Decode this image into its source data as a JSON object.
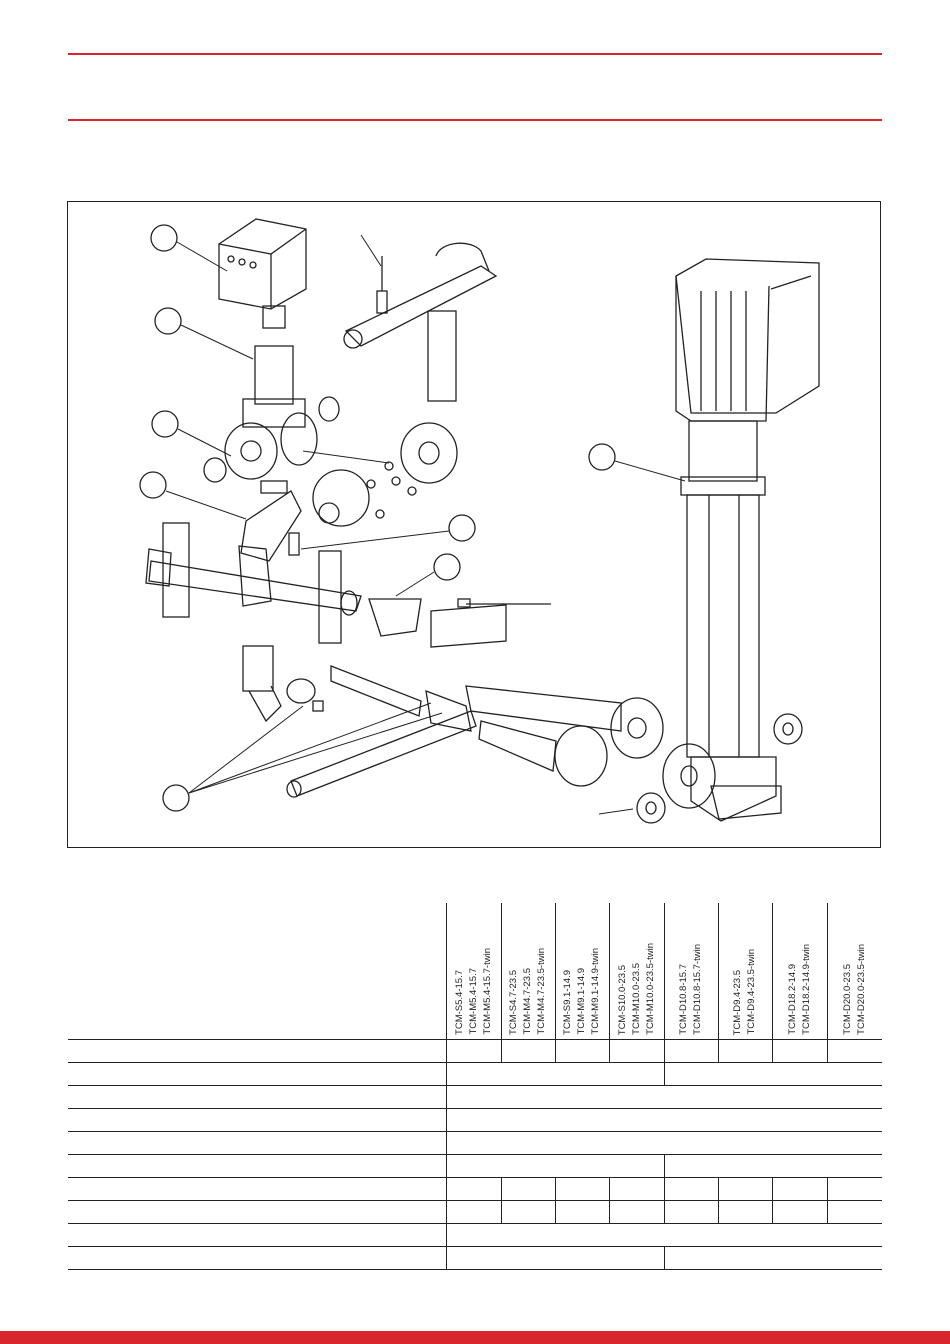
{
  "header": {
    "title": "",
    "subtitle": ""
  },
  "colors": {
    "accent": "#d9262c",
    "line": "#222222"
  },
  "figure": {
    "callouts": [
      "",
      "",
      "",
      "",
      "",
      "",
      "",
      "",
      ""
    ]
  },
  "table": {
    "columns": [
      {
        "models": [
          "TCM-S5.4-15.7",
          "TCM-M5.4-15.7",
          "TCM-M5.4-15.7-twin"
        ]
      },
      {
        "models": [
          "TCM-S4.7-23.5",
          "TCM-M4.7-23.5",
          "TCM-M4.7-23.5-twin"
        ]
      },
      {
        "models": [
          "TCM-S9.1-14.9",
          "TCM-M9.1-14.9",
          "TCM-M9.1-14.9-twin"
        ]
      },
      {
        "models": [
          "TCM-S10.0-23.5",
          "TCM-M10.0-23.5",
          "TCM-M10.0-23.5-twin"
        ]
      },
      {
        "models": [
          "TCM-D10.8-15.7",
          "TCM-D10.8-15.7-twin"
        ]
      },
      {
        "models": [
          "TCM-D9.4-23.5",
          "TCM-D9.4-23.5-twin"
        ]
      },
      {
        "models": [
          "TCM-D18.2-14.9",
          "TCM-D18.2-14.9-twin"
        ]
      },
      {
        "models": [
          "TCM-D20.0-23.5",
          "TCM-D20.0-23.5-twin"
        ]
      }
    ],
    "rows": [
      {
        "label": "",
        "spans": [
          1,
          1,
          1,
          1,
          1,
          1,
          1,
          1
        ]
      },
      {
        "label": "",
        "spans": [
          4,
          4
        ]
      },
      {
        "label": "",
        "spans": [
          8
        ]
      },
      {
        "label": "",
        "spans": [
          8
        ]
      },
      {
        "label": "",
        "spans": [
          8
        ]
      },
      {
        "label": "",
        "spans": [
          4,
          4
        ]
      },
      {
        "label": "",
        "spans": [
          1,
          1,
          1,
          1,
          1,
          1,
          1,
          1
        ]
      },
      {
        "label": "",
        "spans": [
          1,
          1,
          1,
          1,
          1,
          1,
          1,
          1
        ]
      },
      {
        "label": "",
        "spans": [
          8
        ]
      },
      {
        "label": "",
        "spans": [
          4,
          4
        ]
      }
    ]
  }
}
